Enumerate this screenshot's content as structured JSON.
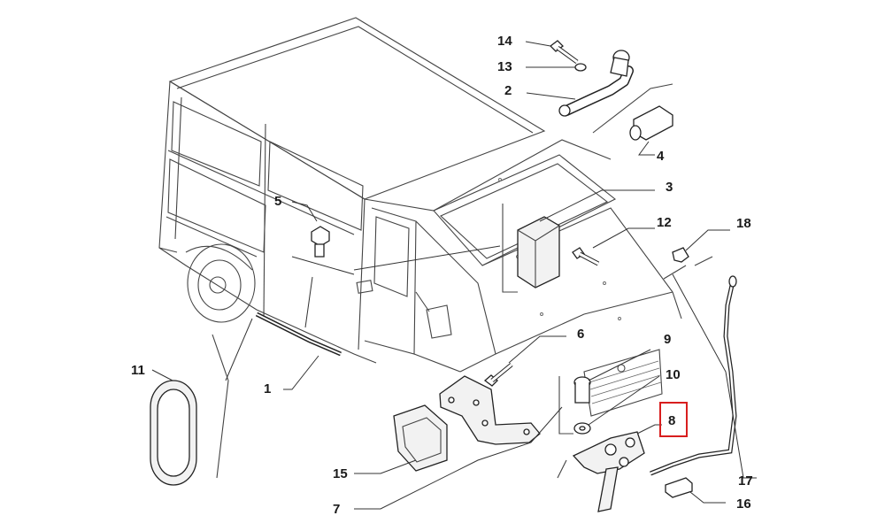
{
  "highlight_color": "#d81e1e",
  "highlighted_callout": "8",
  "callouts": {
    "c1": "1",
    "c2": "2",
    "c3": "3",
    "c4": "4",
    "c5": "5",
    "c6": "6",
    "c7": "7",
    "c8": "8",
    "c9": "9",
    "c10": "10",
    "c11": "11",
    "c12": "12",
    "c13": "13",
    "c14": "14",
    "c15": "15",
    "c16": "16",
    "c17": "17",
    "c18": "18"
  }
}
